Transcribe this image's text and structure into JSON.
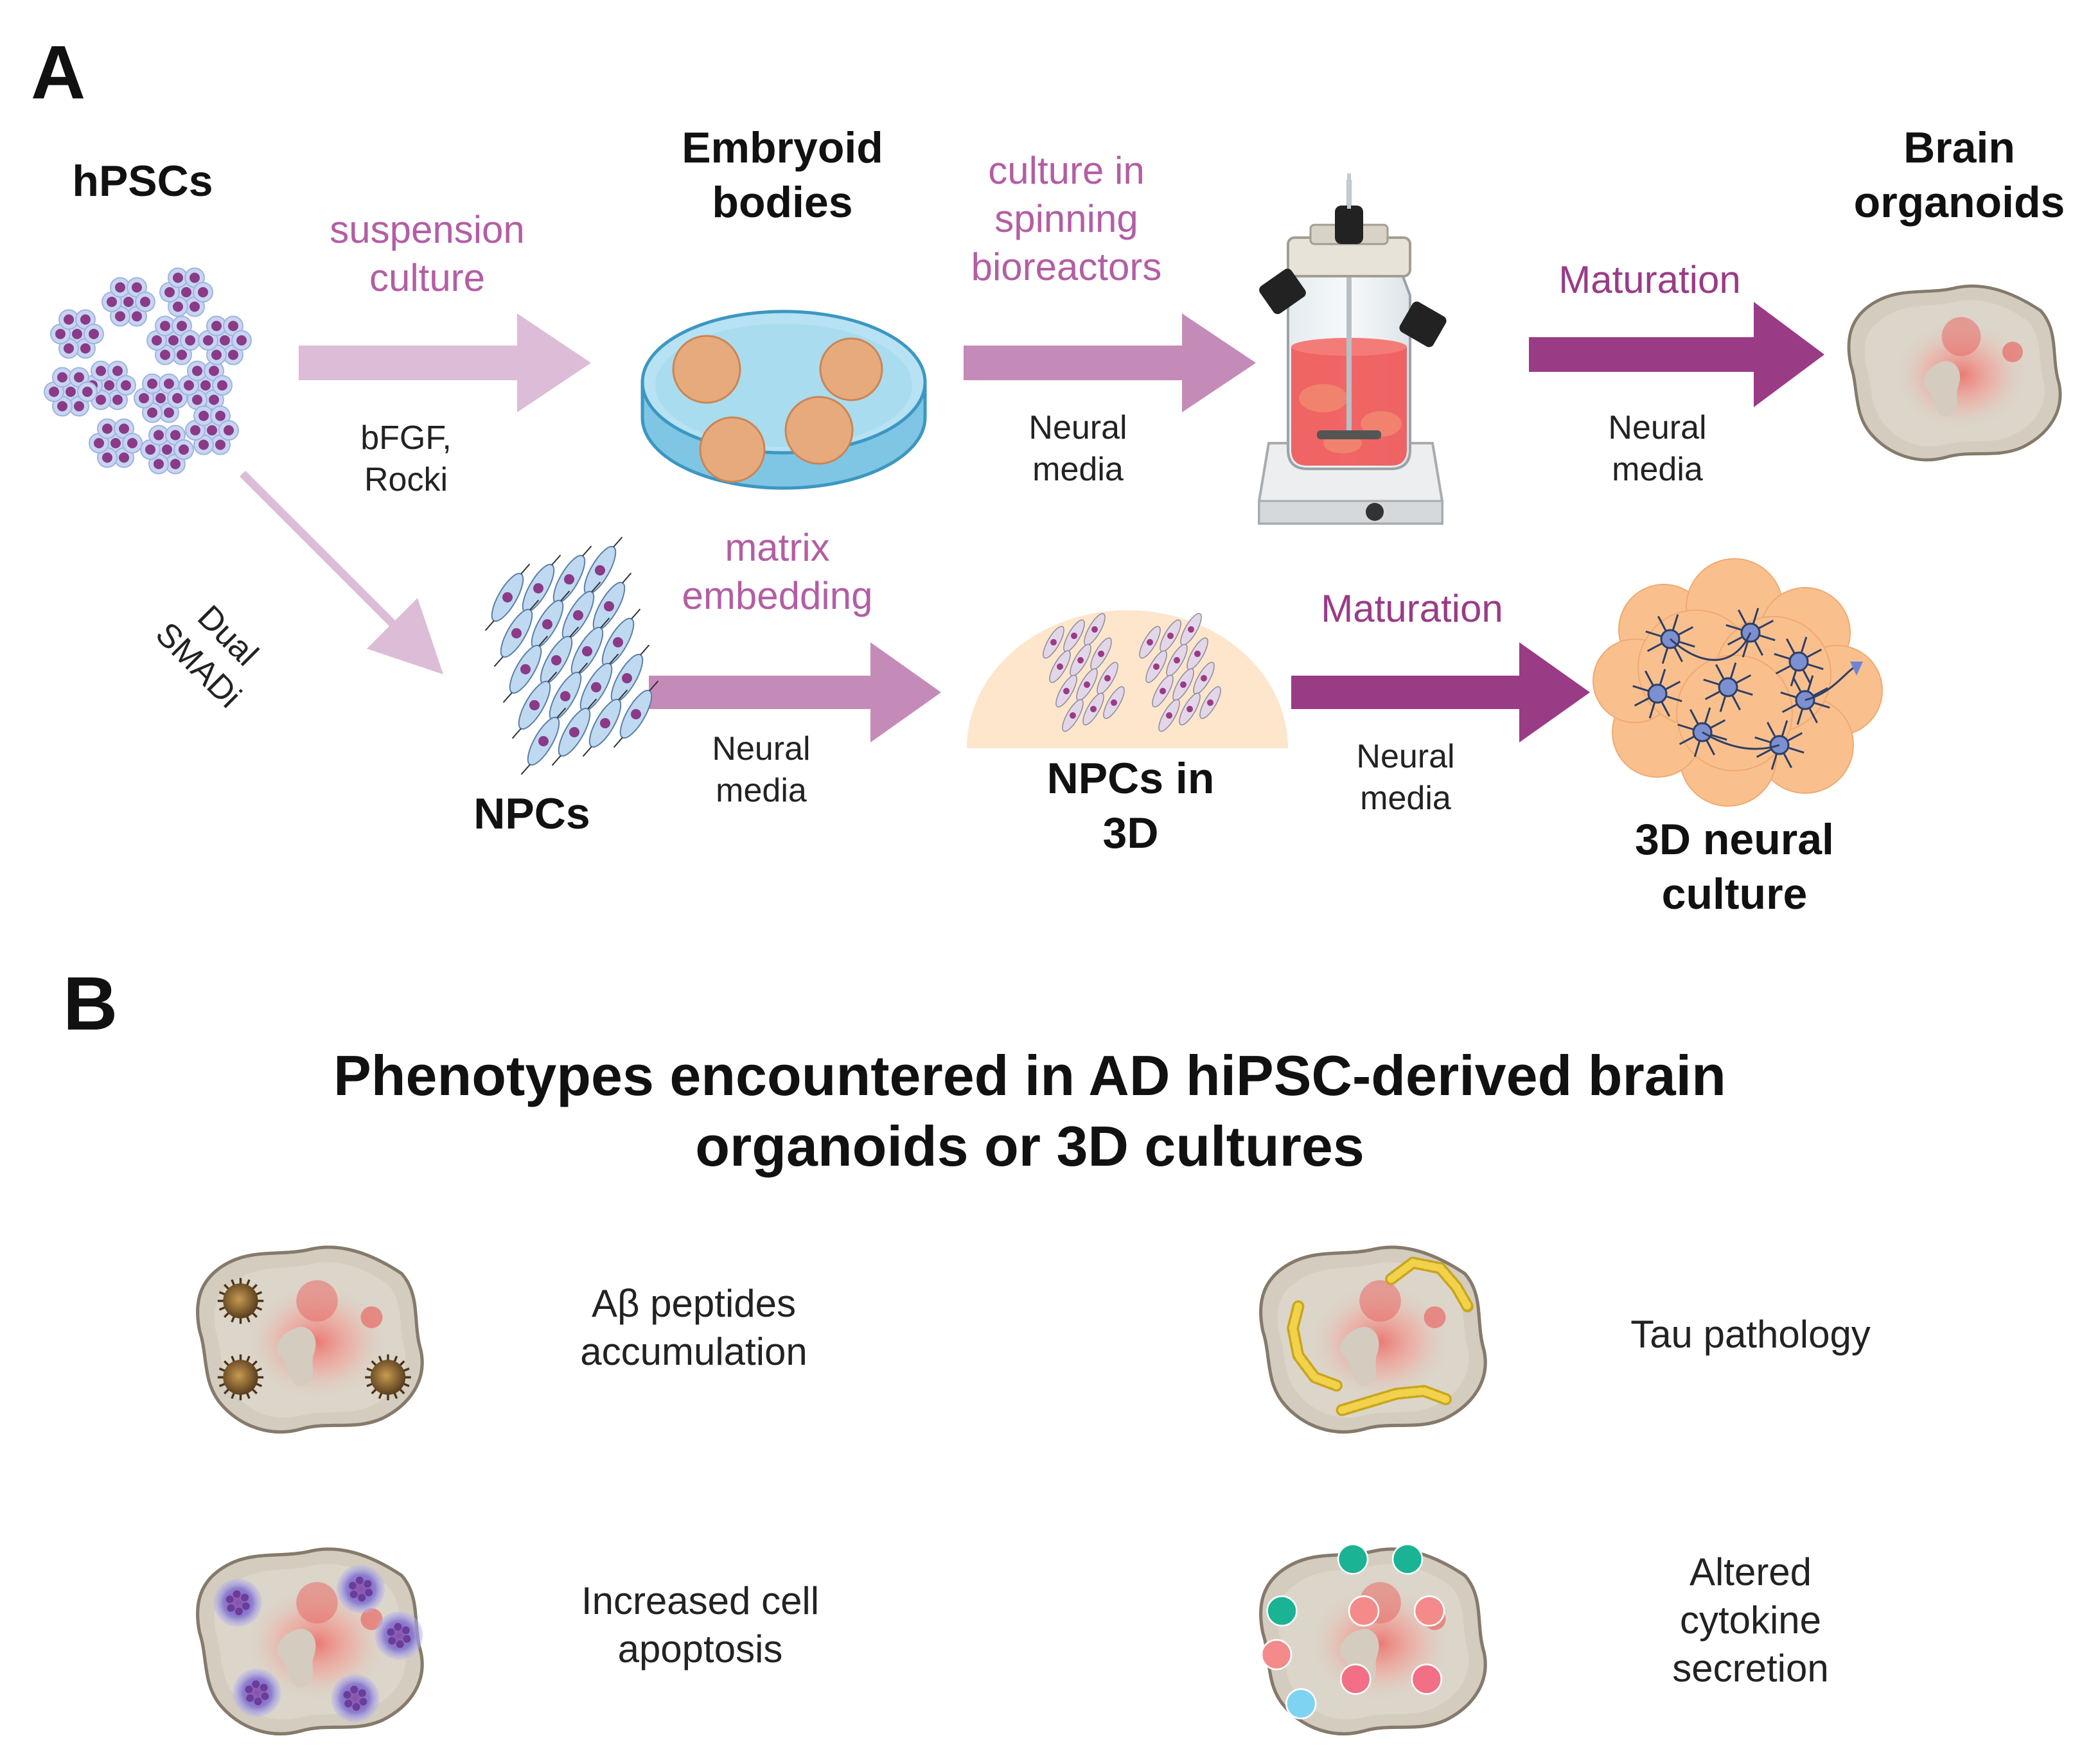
{
  "panels": {
    "a": "A",
    "b": "B"
  },
  "nodes": {
    "hpscs": "hPSCs",
    "embryoid": [
      "Embryoid",
      "bodies"
    ],
    "brain_organoids": [
      "Brain",
      "organoids"
    ],
    "npcs": "NPCs",
    "npcs_3d": [
      "NPCs in",
      "3D"
    ],
    "neural_culture": [
      "3D neural",
      "culture"
    ]
  },
  "steps": {
    "suspension": [
      "suspension",
      "culture"
    ],
    "factors": [
      "bFGF,",
      "Rocki"
    ],
    "spinning": [
      "culture in",
      "spinning",
      "bioreactors"
    ],
    "media_top_1": [
      "Neural",
      "media"
    ],
    "maturation_top": "Maturation",
    "media_top_2": [
      "Neural",
      "media"
    ],
    "dual_smadi": [
      "Dual",
      "SMADi"
    ],
    "matrix": [
      "matrix",
      "embedding"
    ],
    "media_bottom_1": [
      "Neural",
      "media"
    ],
    "maturation_bottom": "Maturation",
    "media_bottom_2": [
      "Neural",
      "media"
    ]
  },
  "section_b": {
    "title": [
      "Phenotypes encountered in AD hiPSC-derived brain",
      "organoids or 3D cultures"
    ],
    "phenotypes": [
      {
        "label": [
          "Aβ peptides",
          "accumulation"
        ]
      },
      {
        "label": [
          "Tau pathology"
        ]
      },
      {
        "label": [
          "Increased cell",
          "apoptosis"
        ]
      },
      {
        "label": [
          "Altered",
          "cytokine",
          "secretion"
        ]
      }
    ]
  },
  "colors": {
    "arrow_light": "#dcbcd6",
    "arrow_mid": "#c48bb8",
    "arrow_dark": "#9a3b86",
    "organoid_tissue": "#d9d2c5",
    "organoid_core": "#ec8f86",
    "cell_purple": "#8a3a86",
    "cell_halo": "#b9c9ec",
    "reactor_medium": "#ef5454",
    "npc_dome": "#fde6cc",
    "neural_blob": "#f9c08e",
    "dish": "#a8dcef",
    "embryoid": "#e7aa7c"
  },
  "icons": [
    "hpsc-colony-icon",
    "petri-dish-icon",
    "spinning-bioreactor-icon",
    "brain-organoid-icon",
    "npc-cluster-icon",
    "npc-matrix-dome-icon",
    "neural-culture-icon",
    "amyloid-plaque-icon",
    "tau-tangle-icon",
    "apoptotic-cell-icon",
    "cytokine-icon"
  ]
}
